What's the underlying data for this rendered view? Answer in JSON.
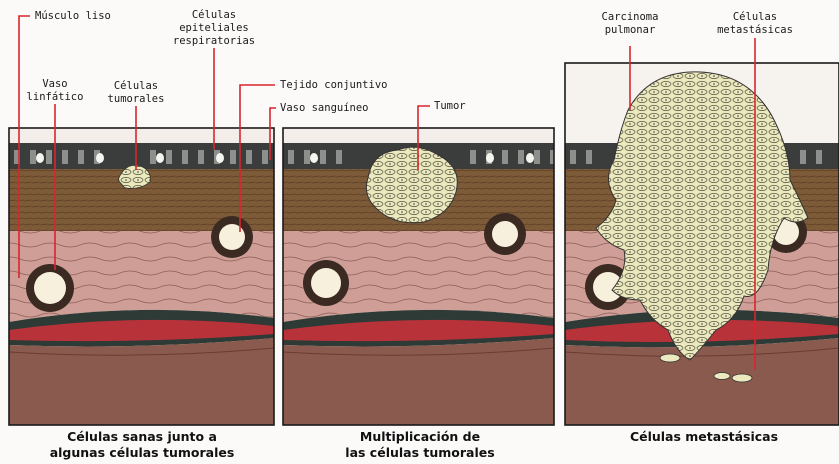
{
  "labels": {
    "musculo_liso": "Músculo liso",
    "celulas_epiteliales_1": "Células",
    "celulas_epiteliales_2": "epiteliales",
    "celulas_epiteliales_3": "respiratorias",
    "vaso_linfatico_1": "Vaso",
    "vaso_linfatico_2": "linfático",
    "celulas_tumorales_1": "Células",
    "celulas_tumorales_2": "tumorales",
    "tejido_conjuntivo": "Tejido conjuntivo",
    "vaso_sanguineo": "Vaso sanguíneo",
    "tumor": "Tumor",
    "carcinoma_1": "Carcinoma",
    "carcinoma_2": "pulmonar",
    "metastasicas_1": "Células",
    "metastasicas_2": "metastásicas"
  },
  "captions": {
    "panel1_line1": "Células sanas junto a",
    "panel1_line2": "algunas células tumorales",
    "panel2_line1": "Multiplicación de",
    "panel2_line2": "las células tumorales",
    "panel3_line1": "Células metastásicas"
  },
  "colors": {
    "leader": "#d8262e",
    "epithelium": "#3b3d3c",
    "connective": "#7a5a38",
    "muscle": "#c99a92",
    "blood": "#b8323a",
    "tumor": "#e8e6b8"
  }
}
